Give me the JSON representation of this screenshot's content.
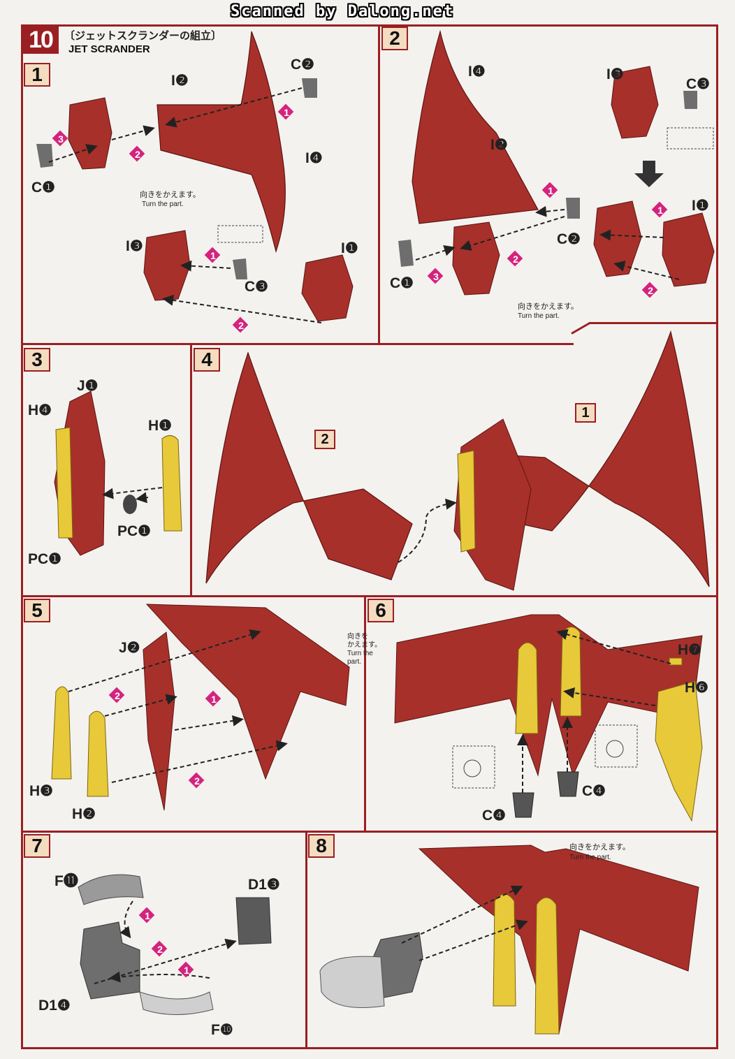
{
  "watermark": "Scanned by Dalong.net",
  "section": {
    "number": "10",
    "title_jp": "〔ジェットスクランダーの組立〕",
    "title_en": "JET SCRANDER"
  },
  "note": {
    "jp": "向きをかえます。",
    "en": "Turn the part.",
    "jp_l1": "向きを",
    "jp_l2": "かえます。",
    "en_l1": "Turn the",
    "en_l2": "part."
  },
  "steps": [
    "1",
    "2",
    "3",
    "4",
    "5",
    "6",
    "7",
    "8"
  ],
  "refs": {
    "r1": "1",
    "r2": "2"
  },
  "order": {
    "o1": "1",
    "o2": "2",
    "o3": "3"
  },
  "labels": {
    "C1": "C❶",
    "C2": "C❷",
    "C3": "C❸",
    "C4": "C❹",
    "I1": "I❶",
    "I2": "I❷",
    "I3": "I❸",
    "I4": "I❹",
    "J1": "J❶",
    "J2": "J❷",
    "H1": "H❶",
    "H2": "H❷",
    "H3": "H❸",
    "H4": "H❹",
    "H6": "H❻",
    "H7": "H❼",
    "PC1": "PC❶",
    "F10": "F❿",
    "F11": "F⓫",
    "D13": "D1❸",
    "D14": "D1❹"
  },
  "colors": {
    "frame": "#9a1f22",
    "wing": "#a8302a",
    "wing_dark": "#7e1d1b",
    "yellow": "#e8c93a",
    "gray": "#6e6e6e",
    "pink": "#d4237e"
  }
}
